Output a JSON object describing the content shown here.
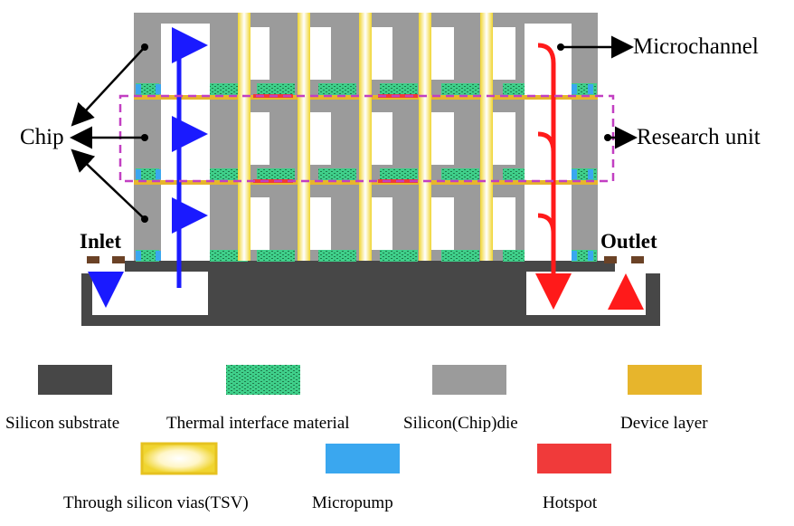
{
  "labels": {
    "chip": "Chip",
    "microchannel": "Microchannel",
    "research_unit": "Research unit",
    "inlet": "Inlet",
    "outlet": "Outlet"
  },
  "legend": [
    {
      "key": "silicon-substrate",
      "label": "Silicon substrate",
      "color": "#474747"
    },
    {
      "key": "thermal-interface-material",
      "label": "Thermal interface material",
      "color": "#3fcf8a"
    },
    {
      "key": "silicon-chip-die",
      "label": "Silicon(Chip)die",
      "color": "#9b9b9b"
    },
    {
      "key": "device-layer",
      "label": "Device layer",
      "color": "#e7b52c"
    },
    {
      "key": "through-silicon-vias",
      "label": "Through silicon vias(TSV)",
      "color": "#f3dd4a"
    },
    {
      "key": "micropump",
      "label": "Micropump",
      "color": "#3aa7ef"
    },
    {
      "key": "hotspot",
      "label": "Hotspot",
      "color": "#f03a3a"
    }
  ],
  "colors": {
    "substrate": "#474747",
    "die": "#9b9b9b",
    "tim": "#3fcf8a",
    "device": "#e7b52c",
    "tsv": "#f3dd4a",
    "micropump": "#3aa7ef",
    "hotspot": "#f03a3a",
    "inlet_arrow": "#1a1aff",
    "outlet_arrow": "#ff1a1a",
    "research_box": "#c23fc2",
    "port": "#6b4226"
  }
}
